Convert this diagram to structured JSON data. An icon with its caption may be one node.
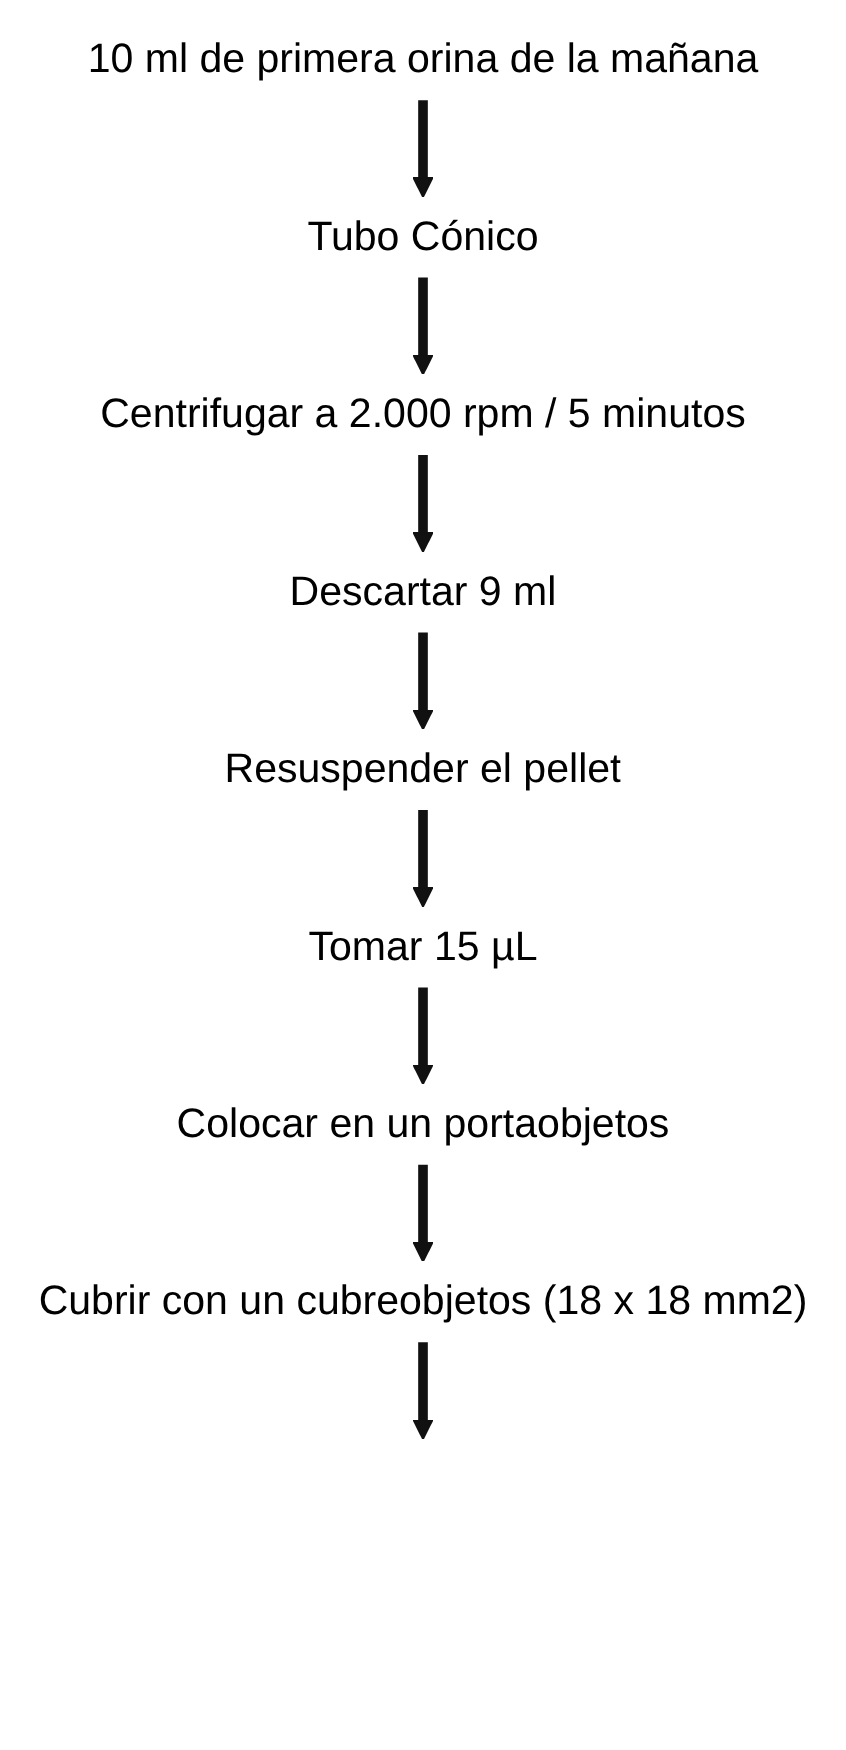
{
  "diagram": {
    "nodes": [
      {
        "text": [
          "10 ml de primera orina de la mañana"
        ]
      },
      {
        "text": [
          "Tubo Cónico"
        ]
      },
      {
        "text": [
          "Centrifugar a 2.000 rpm / 5 minutos"
        ]
      },
      {
        "text": [
          "Descartar 9 ml"
        ]
      },
      {
        "text": [
          "Resuspender el pellet"
        ]
      },
      {
        "text": [
          "Tomar 15 µL"
        ]
      },
      {
        "text": [
          "Colocar en un portaobjetos"
        ]
      },
      {
        "text": [
          "Cubrir con un cubreobjetos (18 x 18 mm2)"
        ]
      }
    ],
    "edges": [
      {
        "from": 0,
        "to": 1,
        "arrow": "to"
      },
      {
        "from": 1,
        "to": 2,
        "arrow": "to"
      },
      {
        "from": 2,
        "to": 3,
        "arrow": "to"
      },
      {
        "from": 3,
        "to": 4,
        "arrow": "to"
      },
      {
        "from": 4,
        "to": 5,
        "arrow": "to"
      },
      {
        "from": 5,
        "to": 6,
        "arrow": "to"
      },
      {
        "from": 6,
        "to": 7,
        "arrow": "to"
      },
      {
        "from": 7,
        "to": null,
        "arrow": "to"
      }
    ]
  }
}
